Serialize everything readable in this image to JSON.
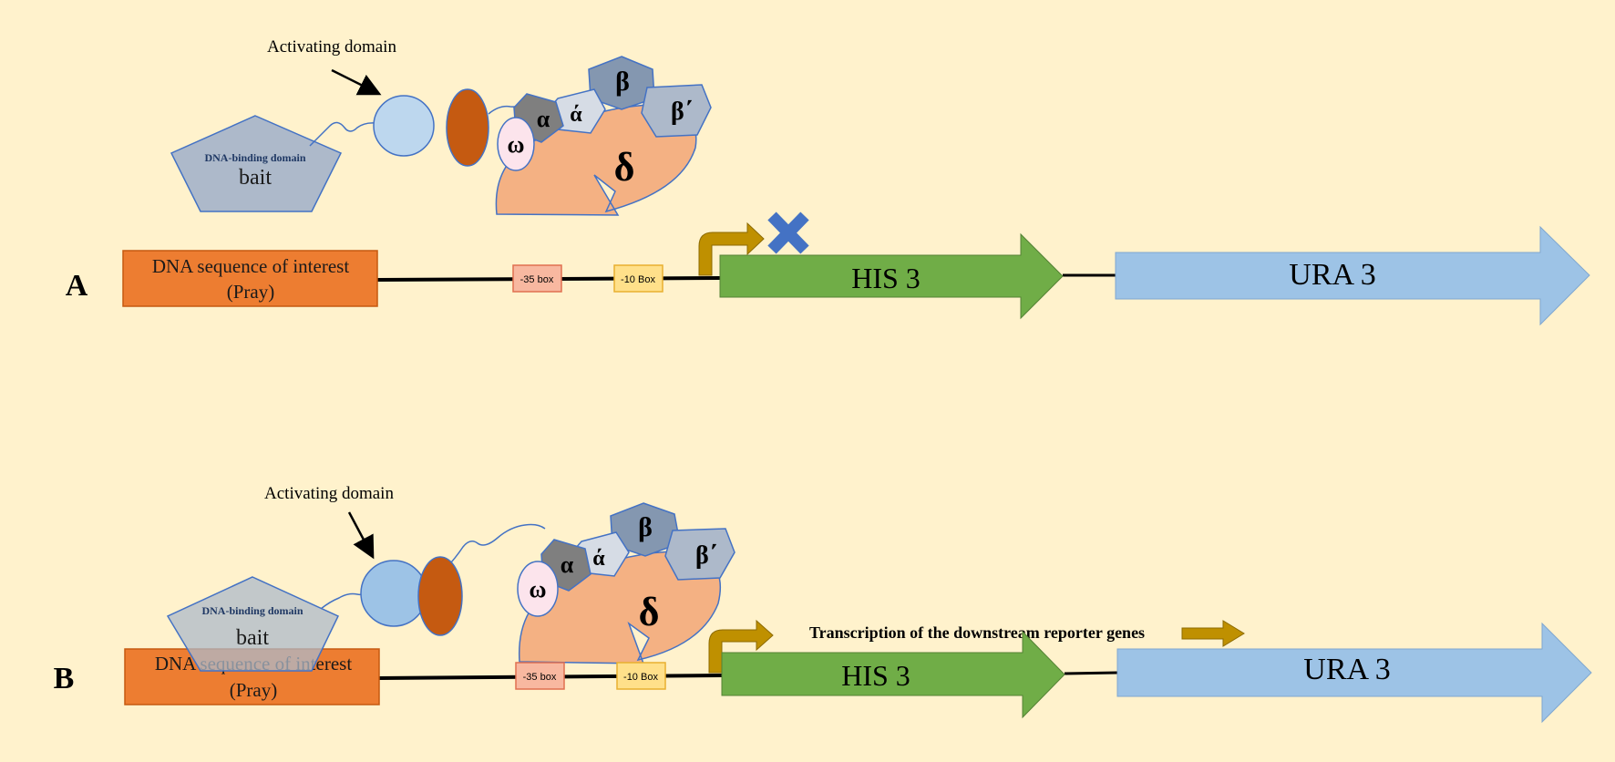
{
  "labels": {
    "panel_a": "A",
    "panel_b": "B",
    "activating_domain": "Activating domain",
    "dna_binding_domain": "DNA-binding domain",
    "bait": "bait",
    "dna_sequence": "DNA sequence of interest",
    "pray": "(Pray)",
    "box_35": "-35 box",
    "box_10": "-10 Box",
    "his3": "HIS 3",
    "ura3": "URA 3",
    "transcription": "Transcription of the downstream reporter genes"
  },
  "subunits": {
    "alpha": "α",
    "alpha_prime": "ά",
    "beta": "β",
    "beta_prime": "β΄",
    "omega": "ω",
    "delta": "δ"
  },
  "colors": {
    "background": "#fff2cc",
    "dna_box": "#ed7d31",
    "his3_arrow": "#70ad47",
    "ura3_arrow": "#9dc3e6",
    "promoter_arrow": "#bf9000",
    "block_cross": "#4472c4",
    "delta_subunit": "#f4b183",
    "bait_pentagon": "#adb9ca",
    "activating_circle": "#bdd7ee",
    "prey_oval": "#c55a11"
  }
}
